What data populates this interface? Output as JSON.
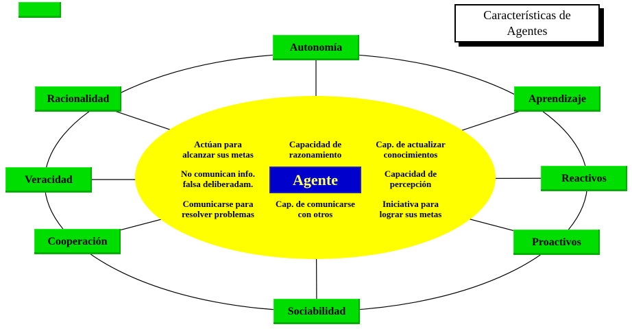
{
  "title": {
    "text": "Características de\nAgentes"
  },
  "center": {
    "label": "Agente"
  },
  "nodes": [
    {
      "id": "autonomia",
      "label": "Autonomía"
    },
    {
      "id": "racionalidad",
      "label": "Racionalidad"
    },
    {
      "id": "aprendizaje",
      "label": "Aprendizaje"
    },
    {
      "id": "veracidad",
      "label": "Veracidad"
    },
    {
      "id": "reactivos",
      "label": "Reactivos"
    },
    {
      "id": "cooperacion",
      "label": "Cooperación"
    },
    {
      "id": "proactivos",
      "label": "Proactivos"
    },
    {
      "id": "sociabilidad",
      "label": "Sociabilidad"
    }
  ],
  "capabilities": {
    "left": [
      "Actúan para\nalcanzar sus metas",
      "No comunican info.\nfalsa deliberadam.",
      "Comunicarse para\nresolver problemas"
    ],
    "middle": [
      "Capacidad de\nrazonamiento",
      "Cap. de comunicarse\ncon otros"
    ],
    "right": [
      "Cap. de actualizar\nconocimientos",
      "Capacidad de\npercepción",
      "Iniciativa para\nlograr sus metas"
    ]
  },
  "colors": {
    "node_green": "#00DD00",
    "ellipse_yellow": "#FFFF00",
    "agent_blue": "#0000CC",
    "agent_text_yellow": "#FFFF66",
    "line_black": "#000000"
  }
}
